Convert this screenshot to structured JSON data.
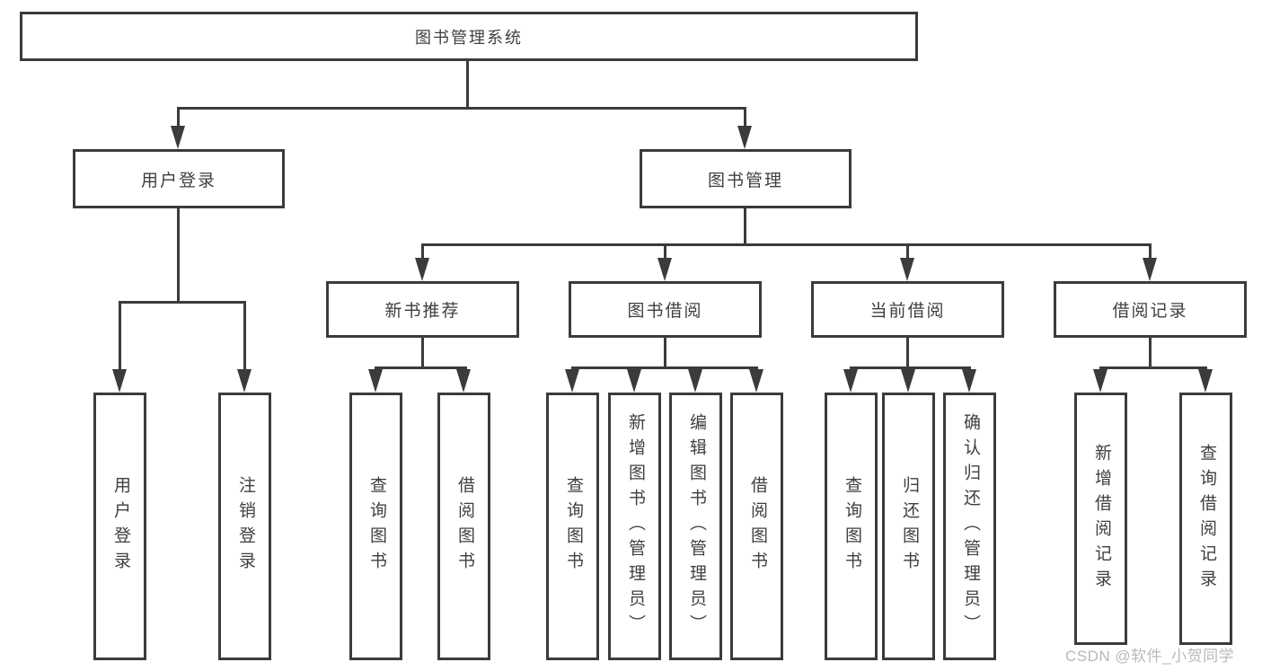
{
  "colors": {
    "line": "#3b3b3b",
    "text": "#3f3f3f",
    "watermark": "#b9b9b9",
    "background": "#ffffff"
  },
  "tree": {
    "root": "图书管理系统",
    "branches": [
      {
        "label": "用户登录",
        "children": [
          "用户登录",
          "注销登录"
        ]
      },
      {
        "label": "图书管理",
        "children": [
          {
            "label": "新书推荐",
            "children": [
              "查询图书",
              "借阅图书"
            ]
          },
          {
            "label": "图书借阅",
            "children": [
              "查询图书",
              "新增图书（管理员）",
              "编辑图书（管理员）",
              "借阅图书"
            ]
          },
          {
            "label": "当前借阅",
            "children": [
              "查询图书",
              "归还图书",
              "确认归还（管理员）"
            ]
          },
          {
            "label": "借阅记录",
            "children": [
              "新增借阅记录",
              "查询借阅记录"
            ]
          }
        ]
      }
    ]
  },
  "watermark": "CSDN @软件_小贺同学"
}
